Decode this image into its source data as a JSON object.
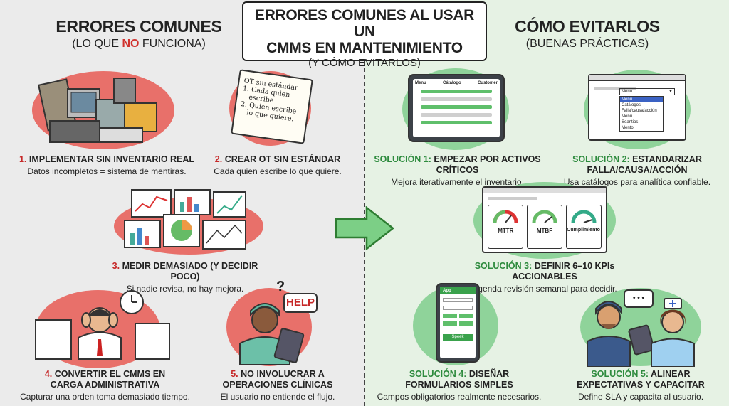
{
  "title": {
    "line1": "ERRORES COMUNES AL USAR UN",
    "line2": "CMMS EN MANTENIMIENTO",
    "sub": "(Y CÓMO EVITARLOS)"
  },
  "left_header": {
    "heading": "ERRORES COMUNES",
    "sub_pre": "(LO QUE ",
    "sub_no": "NO",
    "sub_post": " FUNCIONA)"
  },
  "right_header": {
    "heading": "CÓMO EVITARLOS",
    "sub": "(BUENAS PRÁCTICAS)"
  },
  "errors": [
    {
      "num": "1.",
      "title": "IMPLEMENTAR SIN INVENTARIO REAL",
      "desc": "Datos incompletos = sistema de mentiras."
    },
    {
      "num": "2.",
      "title": "CREAR OT SIN ESTÁNDAR",
      "desc": "Cada quien escribe lo que quiere."
    },
    {
      "num": "3.",
      "title": "MEDIR DEMASIADO (Y DECIDIR POCO)",
      "desc": "Si nadie revisa, no hay mejora."
    },
    {
      "num": "4.",
      "title1": "CONVERTIR EL CMMS EN",
      "title2": "CARGA ADMINISTRATIVA",
      "desc": "Capturar una orden toma demasiado tiempo."
    },
    {
      "num": "5.",
      "title1": "NO INVOLUCRAR A",
      "title2": "OPERACIONES CLÍNICAS",
      "desc": "El usuario no entiende el flujo."
    }
  ],
  "solutions": [
    {
      "label": "SOLUCIÓN 1:",
      "title": "EMPEZAR POR ACTIVOS CRÍTICOS",
      "desc": "Mejora iterativamente el inventario."
    },
    {
      "label": "SOLUCIÓN 2:",
      "title": "ESTANDARIZAR FALLA/CAUSA/ACCIÓN",
      "desc": "Usa catálogos para analítica confiable."
    },
    {
      "label": "SOLUCIÓN 3:",
      "title": "DEFINIR 6–10 KPIs ACCIONABLES",
      "desc": "Agenda revisión semanal para decidir."
    },
    {
      "label": "SOLUCIÓN 4:",
      "title1": "DISEÑAR",
      "title2": "FORMULARIOS SIMPLES",
      "desc": "Campos obligatorios realmente necesarios."
    },
    {
      "label": "SOLUCIÓN 5:",
      "title1": "ALINEAR",
      "title2": "EXPECTATIVAS Y CAPACITAR",
      "desc": "Define SLA y capacita al usuario."
    }
  ],
  "clipboard_note": {
    "l1": "OT sin estándar",
    "l2": "1. Cada quien",
    "l3": "escribe",
    "l4": "2. Quien escribe",
    "l5": "lo que quiere."
  },
  "table_mock": {
    "col1": "Menu",
    "col2": "Cátalogo",
    "col3": "Customer"
  },
  "dropdown_mock": {
    "selected": "Menu...",
    "options": [
      "Menu...",
      "Catálogos",
      "Falla/causa/acción",
      "Menu",
      "Seantios",
      "Mento"
    ]
  },
  "gauges": [
    "MTTR",
    "MTBF",
    "Cumplimiento"
  ],
  "phone_mock": {
    "app": "App",
    "button": "Speek"
  },
  "help_text": "HELP",
  "question_mark": "?",
  "speech_dots": "• • •"
}
